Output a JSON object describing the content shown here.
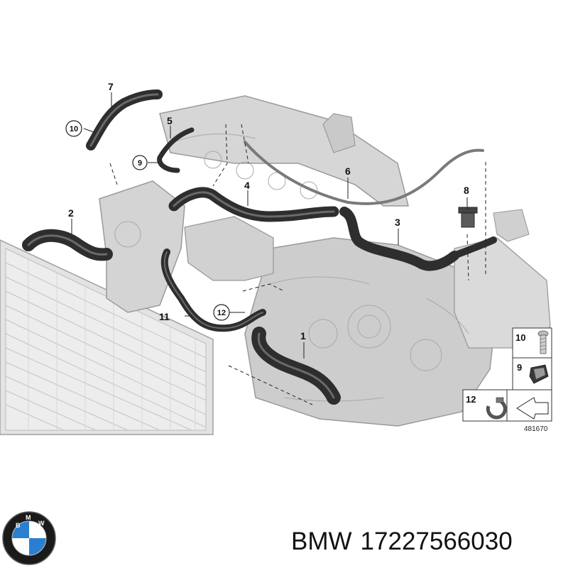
{
  "diagram": {
    "callouts": [
      "1",
      "2",
      "3",
      "4",
      "5",
      "6",
      "7",
      "8",
      "9",
      "10",
      "11",
      "12"
    ],
    "inset": {
      "labels": [
        "10",
        "9",
        "12"
      ]
    },
    "drawing_number": "481670"
  },
  "caption": {
    "brand": "BMW",
    "part_number": "17227566030"
  },
  "logo": {
    "letters": [
      "B",
      "M",
      "W"
    ],
    "colors": {
      "ring": "#1a1a1a",
      "blue": "#2b7fd1",
      "white": "#ffffff"
    }
  },
  "colors": {
    "engine_fill": "#cfcfcf",
    "engine_stroke": "#9a9a9a",
    "hose": "#2e2e2e",
    "hose_highlight": "#6a6a6a",
    "leader": "#222222"
  }
}
